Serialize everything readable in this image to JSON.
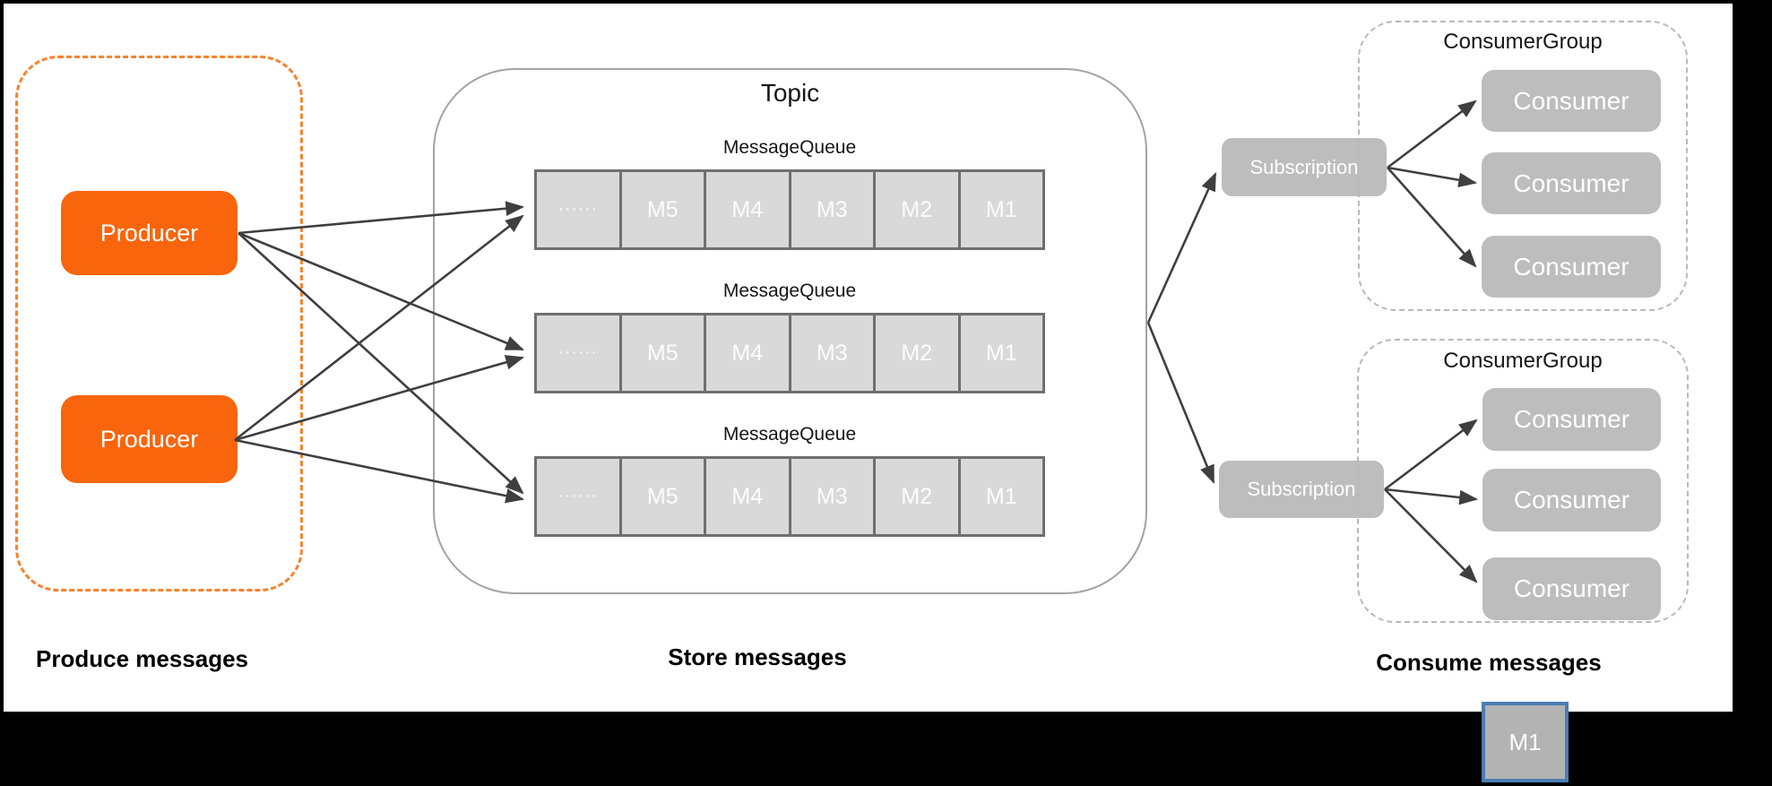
{
  "colors": {
    "producer_orange": "#F8650C",
    "produce_dash_orange": "#F9822D",
    "node_gray": "#BDBDBD",
    "cell_gray": "#D9D9D9",
    "cell_border_gray": "#6F6F6F",
    "overflow_border_blue": "#4C7DB3",
    "arrow_dark": "#3F3F3F"
  },
  "producer_section": {
    "label": "Produce messages",
    "producers": [
      "Producer",
      "Producer"
    ]
  },
  "topic_section": {
    "title": "Topic",
    "label": "Store messages",
    "queues": [
      {
        "label": "MessageQueue",
        "cells": [
          "······",
          "M5",
          "M4",
          "M3",
          "M2",
          "M1"
        ]
      },
      {
        "label": "MessageQueue",
        "cells": [
          "······",
          "M5",
          "M4",
          "M3",
          "M2",
          "M1"
        ]
      },
      {
        "label": "MessageQueue",
        "cells": [
          "······",
          "M5",
          "M4",
          "M3",
          "M2",
          "M1"
        ]
      }
    ]
  },
  "consumer_section": {
    "label": "Consume messages",
    "subscriptions": [
      "Subscription",
      "Subscription"
    ],
    "groups": [
      {
        "title": "ConsumerGroup",
        "consumers": [
          "Consumer",
          "Consumer",
          "Consumer"
        ]
      },
      {
        "title": "ConsumerGroup",
        "consumers": [
          "Consumer",
          "Consumer",
          "Consumer"
        ]
      }
    ]
  },
  "overflow_box": {
    "label": "M1"
  }
}
